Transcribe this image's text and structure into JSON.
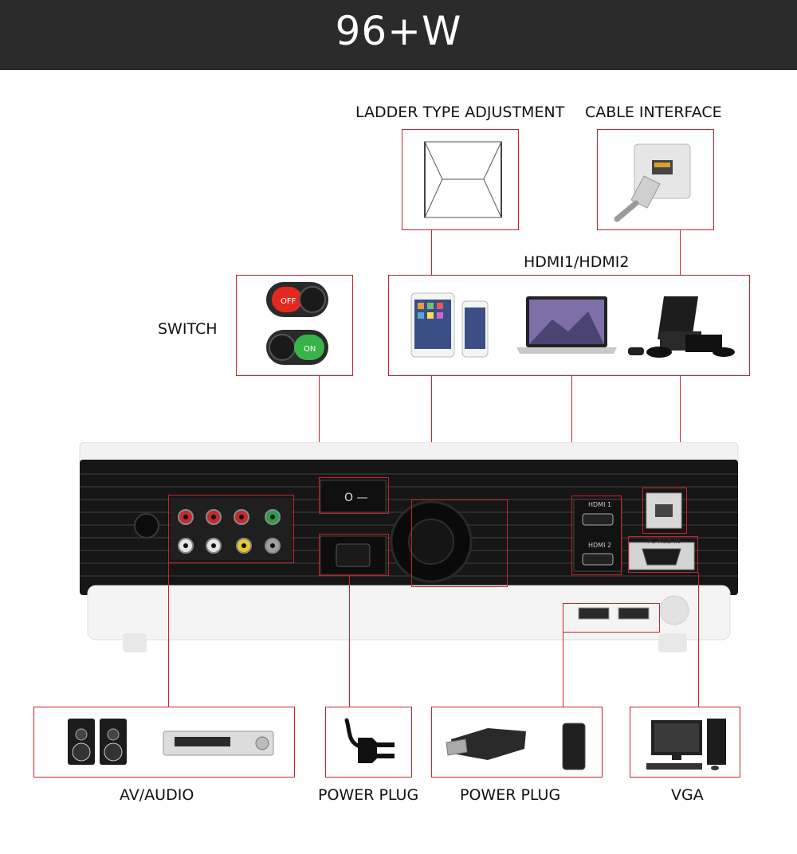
{
  "header": {
    "title": "96+W"
  },
  "labels": {
    "ladder": "LADDER TYPE ADJUSTMENT",
    "cable": "CABLE INTERFACE",
    "hdmi": "HDMI1/HDMI2",
    "switch": "SWITCH",
    "av": "AV/AUDIO",
    "power1": "POWER PLUG",
    "power2": "POWER PLUG",
    "vga": "VGA"
  },
  "switch": {
    "off": "OFF",
    "on": "ON"
  },
  "ports": {
    "hdmi1": "HDMI 1",
    "hdmi2": "HDMI 2",
    "pcrgb": "PC-RGB IN"
  },
  "colors": {
    "accent": "#c8232c",
    "header_bg": "#2b2b2b"
  }
}
